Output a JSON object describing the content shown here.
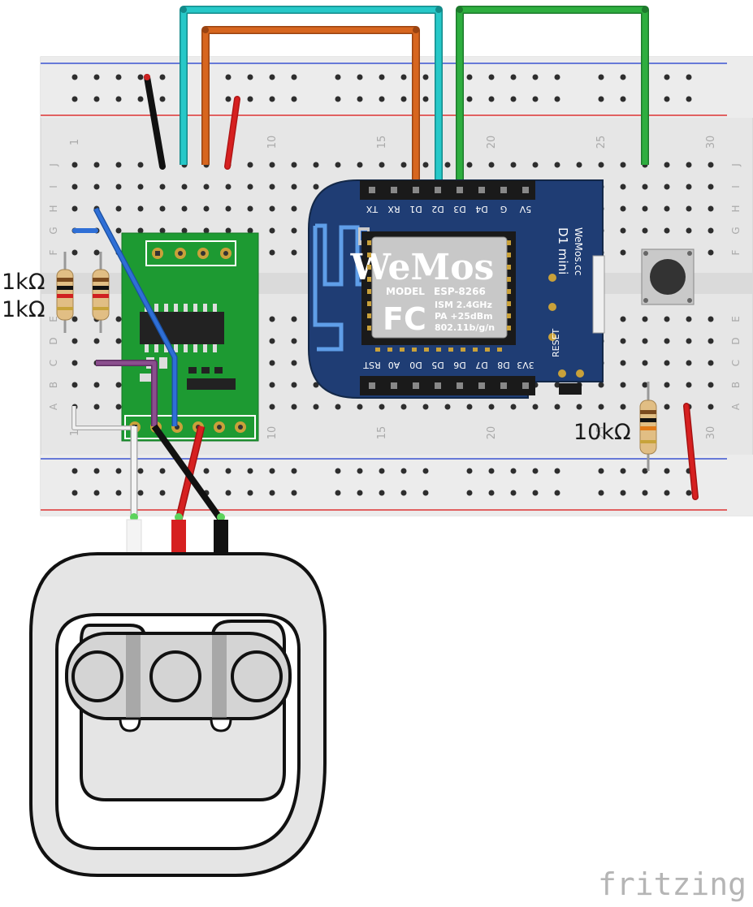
{
  "resistors": {
    "r1": "1kΩ",
    "r2": "1kΩ",
    "r3": "10kΩ"
  },
  "breadboard": {
    "column_numbers": [
      "1",
      "10",
      "15",
      "20",
      "25",
      "30"
    ],
    "row_letters": [
      "J",
      "I",
      "H",
      "G",
      "F",
      "E",
      "D",
      "C",
      "B",
      "A"
    ]
  },
  "board": {
    "top_pins": [
      "TX",
      "RX",
      "D1",
      "D2",
      "D3",
      "D4",
      "G",
      "5V"
    ],
    "bottom_pins": [
      "RST",
      "A0",
      "D0",
      "D5",
      "D6",
      "D7",
      "D8",
      "3V3"
    ],
    "logo": "WeMos",
    "model_label": "MODEL",
    "model": "ESP-8266",
    "fc": "FC",
    "specs": [
      "ISM 2.4GHz",
      "PA +25dBm",
      "802.11b/g/n"
    ],
    "name": "D1 mini",
    "site": "WeMos.cc",
    "reset": "RESET"
  },
  "brand": "fritzing",
  "colors": {
    "wire_cyan": "#27c8c8",
    "wire_orange": "#d7661f",
    "wire_green": "#2eae3f",
    "wire_red": "#cc1b1b",
    "wire_black": "#222222",
    "wire_blue": "#2f6fd6",
    "wire_purple": "#8b4e8e",
    "wire_white": "#f2f2f2",
    "board_navy": "#1f3d74",
    "hx711_green": "#1d9a32",
    "breadboard": "#e8e8e8"
  }
}
